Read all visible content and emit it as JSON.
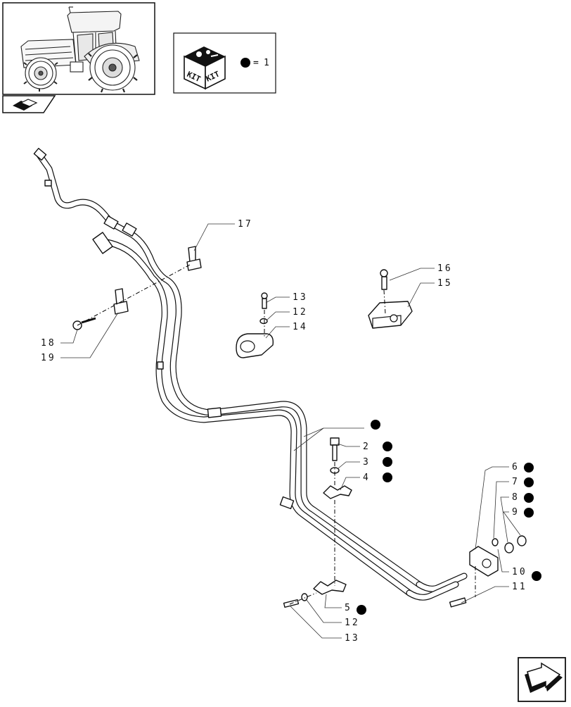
{
  "kit_legend": {
    "icon_lines": [
      "KIT",
      "KIT"
    ],
    "equals": "=",
    "quantity": "1"
  },
  "callouts": [
    {
      "id": "c17",
      "label": "17"
    },
    {
      "id": "c16",
      "label": "16"
    },
    {
      "id": "c15",
      "label": "15"
    },
    {
      "id": "c13a",
      "label": "13"
    },
    {
      "id": "c12a",
      "label": "12"
    },
    {
      "id": "c14",
      "label": "14"
    },
    {
      "id": "c18",
      "label": "18"
    },
    {
      "id": "c19",
      "label": "19"
    },
    {
      "id": "c2",
      "label": "2"
    },
    {
      "id": "c3",
      "label": "3"
    },
    {
      "id": "c4",
      "label": "4"
    },
    {
      "id": "c6",
      "label": "6"
    },
    {
      "id": "c7",
      "label": "7"
    },
    {
      "id": "c8",
      "label": "8"
    },
    {
      "id": "c9",
      "label": "9"
    },
    {
      "id": "c10",
      "label": "10"
    },
    {
      "id": "c11",
      "label": "11"
    },
    {
      "id": "c5",
      "label": "5"
    },
    {
      "id": "c12b",
      "label": "12"
    },
    {
      "id": "c13b",
      "label": "13"
    }
  ],
  "kit_marked_callouts": [
    "2",
    "3",
    "4",
    "5",
    "6",
    "7",
    "8",
    "9",
    "10"
  ],
  "icons": {
    "tractor": "tractor-illustration",
    "kit": "kit-box-icon",
    "part_group": "part-group-icon",
    "navigation": "next-page-arrow-icon"
  }
}
